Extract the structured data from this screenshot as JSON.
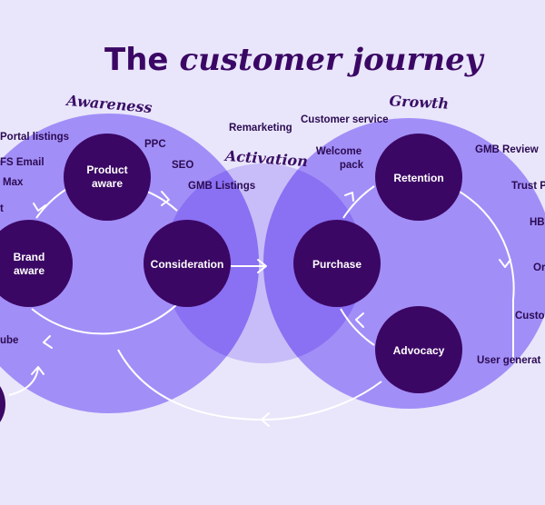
{
  "title": {
    "bold": "The",
    "italic": "customer journey"
  },
  "stages": {
    "awareness": "Awareness",
    "activation": "Activation",
    "growth": "Growth"
  },
  "nodes": {
    "product_aware": [
      "Product",
      "aware"
    ],
    "brand_aware": [
      "Brand",
      "aware"
    ],
    "consideration": "Consideration",
    "purchase": "Purchase",
    "retention": "Retention",
    "advocacy": "Advocacy"
  },
  "tags": {
    "portal_listings": "Portal listings",
    "fs_email": "FS Email",
    "max": "Max",
    "t": "t",
    "ube": "ube",
    "ppc": "PPC",
    "seo": "SEO",
    "gmb_listings": "GMB Listings",
    "remarketing": "Remarketing",
    "customer_service": "Customer service",
    "welcome_pack": [
      "Welcome",
      "pack"
    ],
    "gmb_review": "GMB Review",
    "trust": "Trust P",
    "hb": "HB",
    "or": "Or",
    "custo": "Custo",
    "user_generated": "User generat"
  },
  "colors": {
    "background": "#e9e6fb",
    "outer_circle": "#a28ef7",
    "overlap": "#8a70f2",
    "activation_circle": "#c8bdf8",
    "node": "#3b0764",
    "text": "#2b0b52",
    "title": "#3b0764"
  }
}
